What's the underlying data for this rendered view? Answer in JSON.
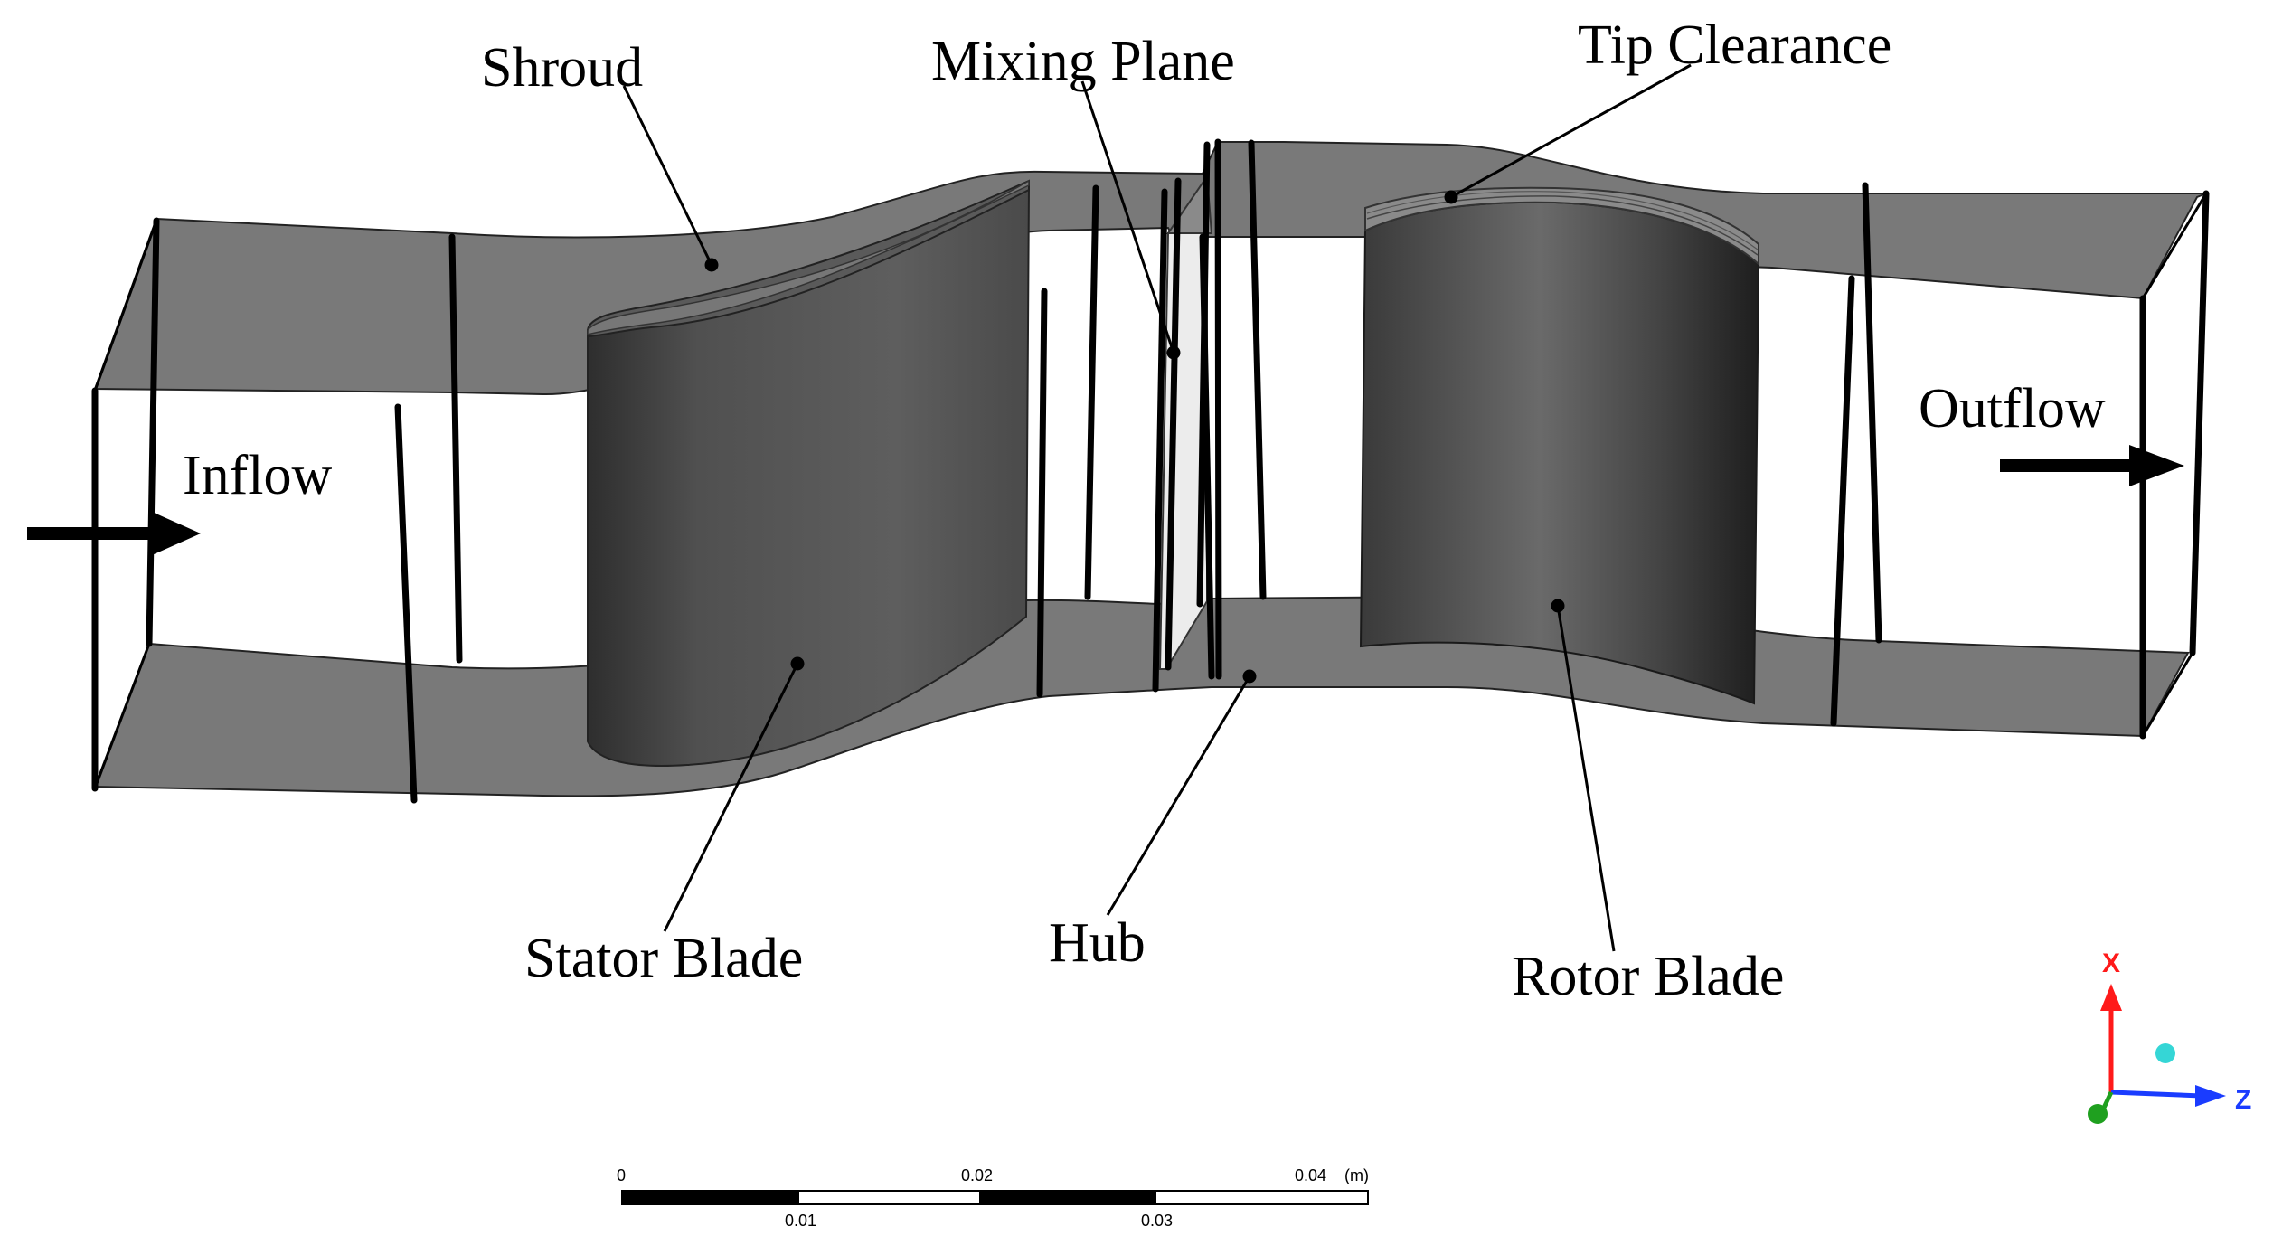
{
  "labels": {
    "shroud": "Shroud",
    "mixing_plane": "Mixing Plane",
    "tip_clearance": "Tip Clearance",
    "inflow": "Inflow",
    "outflow": "Outflow",
    "stator_blade": "Stator Blade",
    "hub": "Hub",
    "rotor_blade": "Rotor Blade"
  },
  "scale_bar": {
    "ticks_top": [
      "0",
      "0.02",
      "0.04"
    ],
    "unit": "(m)",
    "ticks_bottom": [
      "0.01",
      "0.03"
    ]
  },
  "axes": {
    "x_label": "X",
    "z_label": "Z",
    "x_color": "#ff1a1a",
    "z_color": "#1a3cff",
    "y_color": "#1fa01f",
    "view_dot_color": "#35d6d6"
  },
  "colors": {
    "surface": "#707070",
    "blade_dark": "#3f3f3f",
    "blade_light": "#6a6a6a",
    "mixing_plane": "#ececec",
    "lines": "#000000"
  }
}
